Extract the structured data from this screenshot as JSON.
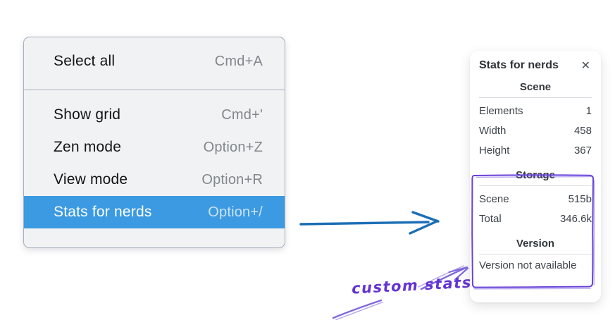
{
  "colors": {
    "menu_highlight": "#3b9ae1",
    "menu_border": "#a7b0ba",
    "arrow_blue": "#1b6eb5",
    "sketch_purple": "#6741d9",
    "annotation_purple": "#8168dd",
    "annotation_text_purple": "#6334d1"
  },
  "context_menu": {
    "items": [
      {
        "label": "Select all",
        "shortcut": "Cmd+A"
      },
      {
        "label": "Show grid",
        "shortcut": "Cmd+'"
      },
      {
        "label": "Zen mode",
        "shortcut": "Option+Z"
      },
      {
        "label": "View mode",
        "shortcut": "Option+R"
      },
      {
        "label": "Stats for nerds",
        "shortcut": "Option+/"
      }
    ]
  },
  "stats_panel": {
    "title": "Stats for nerds",
    "close_glyph": "✕",
    "sections": [
      {
        "heading": "Scene",
        "rows": [
          {
            "label": "Elements",
            "value": "1"
          },
          {
            "label": "Width",
            "value": "458"
          },
          {
            "label": "Height",
            "value": "367"
          }
        ]
      },
      {
        "heading": "Storage",
        "rows": [
          {
            "label": "Scene",
            "value": "515b"
          },
          {
            "label": "Total",
            "value": "346.6k"
          }
        ]
      },
      {
        "heading": "Version",
        "note": "Version not available"
      }
    ]
  },
  "annotation": {
    "label": "custom stats"
  }
}
